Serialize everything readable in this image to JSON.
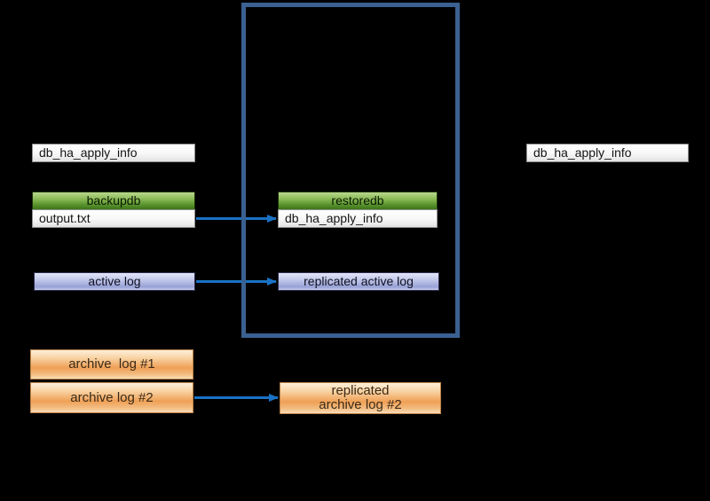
{
  "diagram": {
    "boxes": {
      "db_ha_apply_info_master": {
        "label": "db_ha_apply_info"
      },
      "backupdb": {
        "label": "backupdb"
      },
      "output_txt": {
        "label": "output.txt"
      },
      "restoredb": {
        "label": "restoredb"
      },
      "db_ha_apply_info_slave": {
        "label": "db_ha_apply_info"
      },
      "active_log": {
        "label": "active log"
      },
      "replicated_active_log": {
        "label": "replicated active log"
      },
      "archive_log_1": {
        "label": "archive  log #1"
      },
      "archive_log_2": {
        "label": "archive log #2"
      },
      "replicated_archive_log_2": {
        "lines": [
          "replicated",
          "archive log #2"
        ]
      },
      "db_ha_apply_info_right": {
        "label": "db_ha_apply_info"
      }
    },
    "arrows": {
      "output_to_apply_info": "output.txt to db_ha_apply_info",
      "active_to_replicated_active": "active log to replicated active log",
      "archive2_to_replicated_archive2": "archive log #2 to replicated archive log #2"
    },
    "colors": {
      "background": "#000000",
      "boundary_border": "#3a6191",
      "arrow": "#1a72c4",
      "green_box": "#3c7518",
      "lavender_box": "#97a1d5",
      "orange_box": "#efa055",
      "white_box": "#ffffff"
    }
  }
}
